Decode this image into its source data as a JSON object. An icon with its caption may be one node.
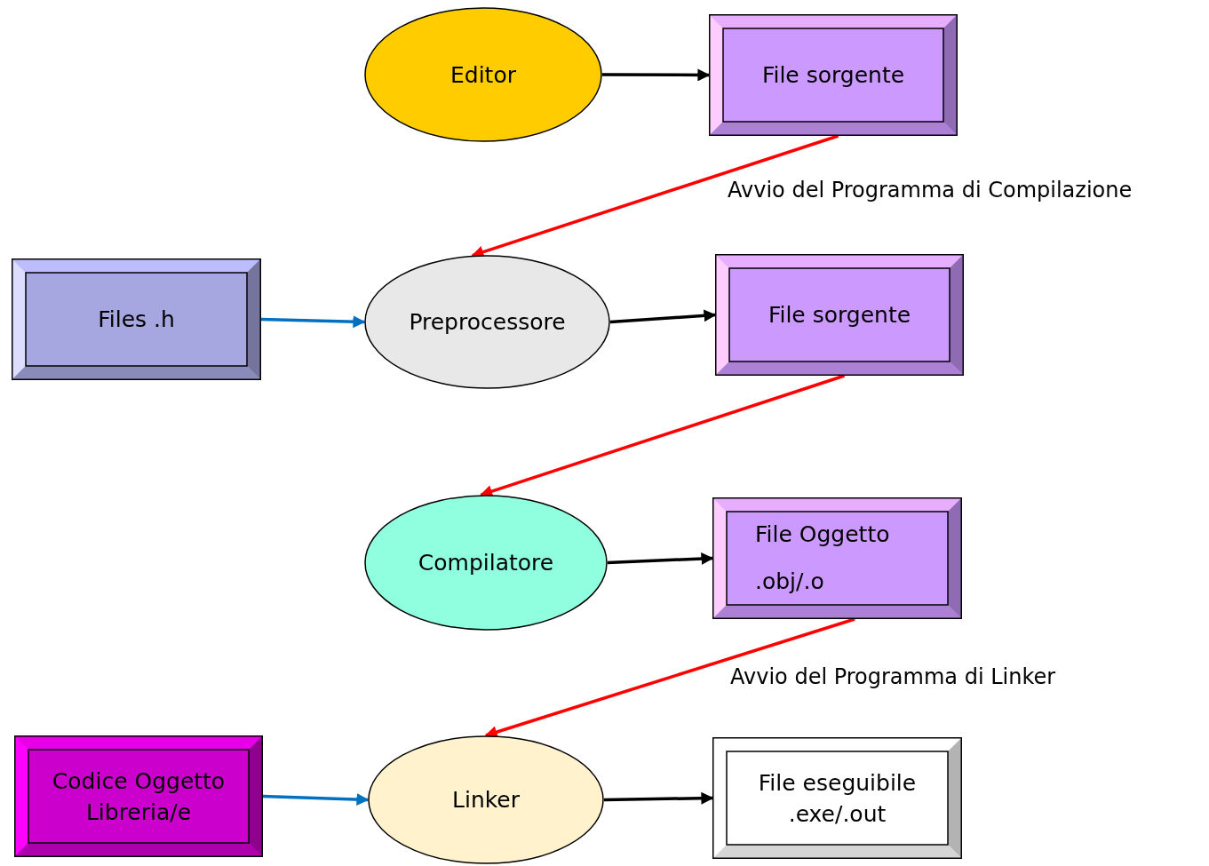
{
  "diagram": {
    "nodes": [
      {
        "text": [
          "Editor"
        ]
      },
      {
        "text": [
          "File sorgente"
        ]
      },
      {
        "text": [
          "Files .h"
        ]
      },
      {
        "text": [
          "Preprocessore"
        ]
      },
      {
        "text": [
          "File sorgente"
        ]
      },
      {
        "text": [
          "Compilatore"
        ]
      },
      {
        "text": [
          "File Oggetto",
          ".obj/.o"
        ]
      },
      {
        "text": [
          "Codice Oggetto Libreria/e"
        ]
      },
      {
        "text": [
          "Linker"
        ]
      },
      {
        "text": [
          "File eseguibile .exe/.out"
        ]
      }
    ],
    "edges": [
      {
        "from": 0,
        "to": 1,
        "arrow": "to"
      },
      {
        "from": 1,
        "to": 3,
        "arrow": "to",
        "color": "#ff0000",
        "label": "Avvio del Programma di Compilazione"
      },
      {
        "from": 2,
        "to": 3,
        "arrow": "to",
        "color": "#0070c0"
      },
      {
        "from": 3,
        "to": 4,
        "arrow": "to"
      },
      {
        "from": 4,
        "to": 5,
        "arrow": "to",
        "color": "#ff0000"
      },
      {
        "from": 5,
        "to": 6,
        "arrow": "to"
      },
      {
        "from": 6,
        "to": 8,
        "arrow": "to",
        "color": "#ff0000",
        "label": "Avvio del Programma di Linker"
      },
      {
        "from": 7,
        "to": 8,
        "arrow": "to",
        "color": "#0070c0"
      },
      {
        "from": 8,
        "to": 9,
        "arrow": "to"
      }
    ]
  }
}
